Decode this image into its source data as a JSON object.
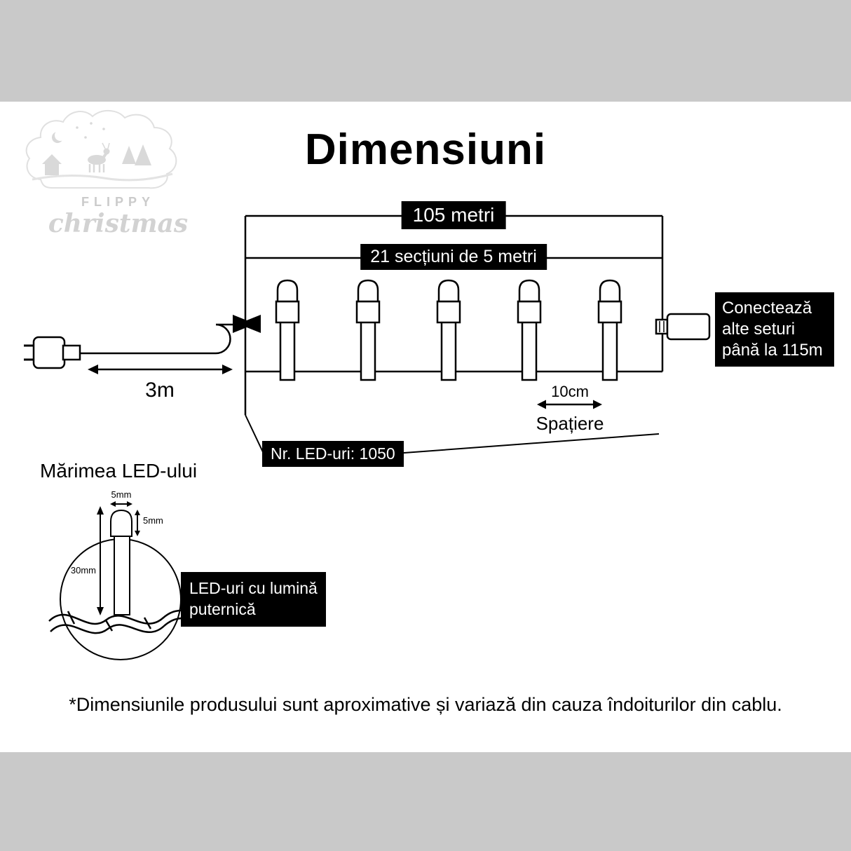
{
  "page": {
    "title": "Dimensiuni",
    "footnote": "*Dimensiunile produsului sunt aproximative și variază din cauza îndoiturilor din cablu."
  },
  "logo": {
    "brand": "FLIPPY",
    "script": "christmas"
  },
  "string_diagram": {
    "total_length": "105 metri",
    "sections": "21 secțiuni de 5 metri",
    "connect_more": "Conectează\nalte seturi\npână la 115m",
    "lead_length": "3m",
    "spacing_value": "10cm",
    "spacing_caption": "Spațiere",
    "led_count": "Nr. LED-uri: 1050"
  },
  "led_detail": {
    "heading": "Mărimea LED-ului",
    "bulb_width": "5mm",
    "bulb_height": "5mm",
    "bulb_total_height": "30mm",
    "callout": "LED-uri cu lumină\nputernică"
  },
  "colors": {
    "band": "#c9c9c9",
    "box_bg": "#000000",
    "box_text": "#ffffff"
  }
}
